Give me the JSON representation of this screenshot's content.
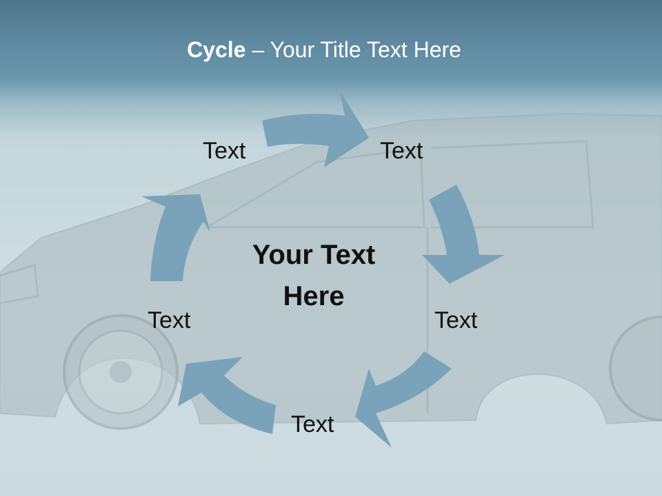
{
  "title": {
    "bold": "Cycle",
    "rest": " – Your Title Text Here"
  },
  "cycle": {
    "labels": [
      "Text",
      "Text",
      "Text",
      "Text",
      "Text"
    ],
    "center": [
      "Your Text",
      "Here"
    ]
  },
  "colors": {
    "arrow": "#7aa3ba",
    "car": "#a7b7bc",
    "title": "#ffffff",
    "text": "#111111"
  }
}
